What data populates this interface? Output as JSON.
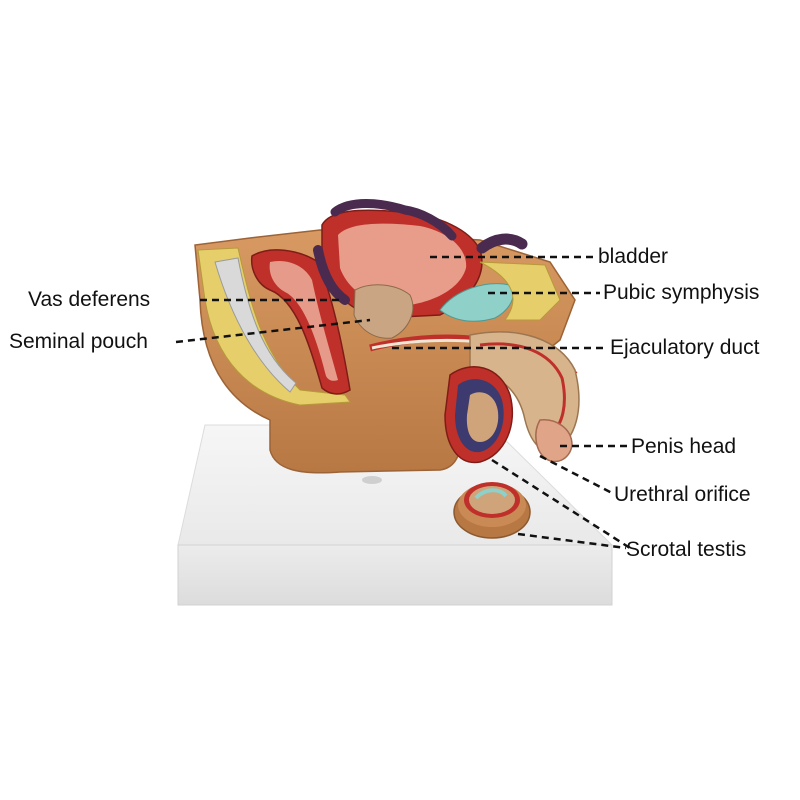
{
  "labels": {
    "bladder": "bladder",
    "vas_deferens": "Vas deferens",
    "pubic_symphysis": "Pubic symphysis",
    "seminal_pouch": "Seminal pouch",
    "ejaculatory_duct": "Ejaculatory duct",
    "penis_head": "Penis head",
    "urethral_orifice": "Urethral orifice",
    "scrotal_testis": "Scrotal testis"
  },
  "colors": {
    "label_text": "#111111",
    "leader_line": "#111111",
    "base": "#f2f2f2",
    "skin": "#c98a55",
    "muscle_red": "#c0302a",
    "mucosa_pink": "#e59a8a",
    "fat_yellow": "#e6cf6a",
    "vein_purple": "#4a2a4e",
    "cartilage_teal": "#8fd0c8"
  }
}
